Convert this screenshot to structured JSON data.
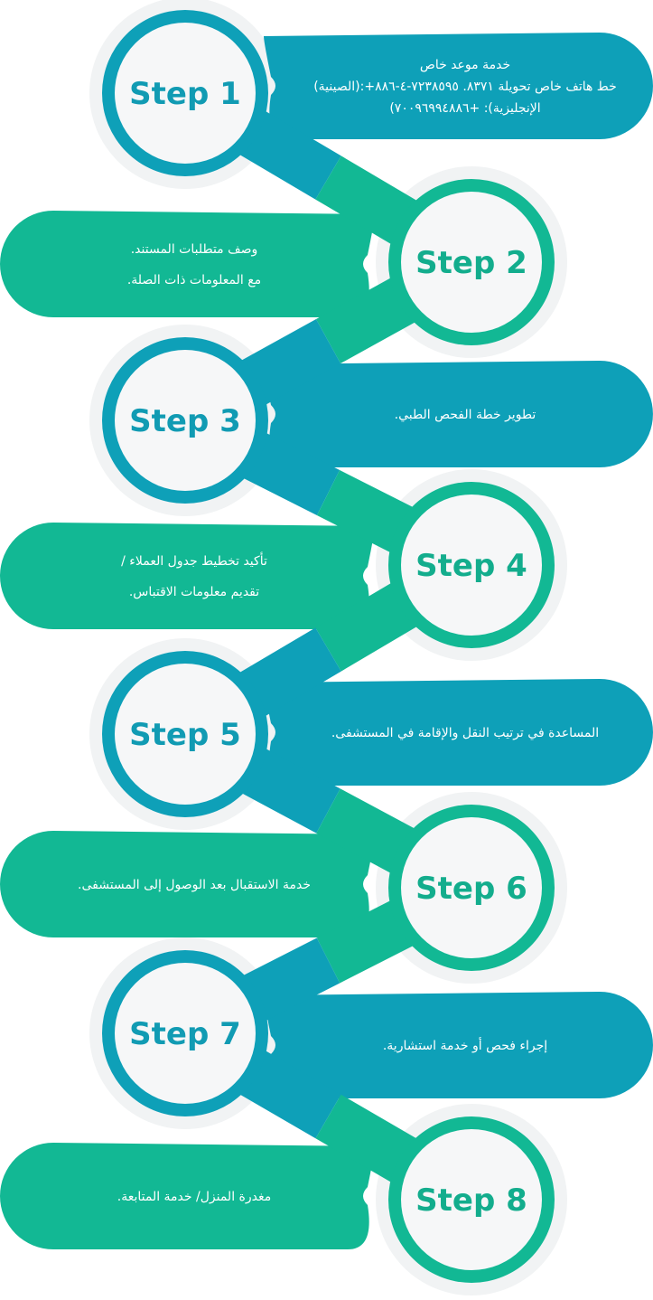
{
  "colors": {
    "blue": "#0ea0b8",
    "green": "#12b894",
    "blue_text": "#119bb3",
    "green_text": "#13ad8d",
    "halo": "#f1f3f4",
    "circle_fill": "#f6f7f8"
  },
  "steps": [
    {
      "label": "Step 1",
      "color": "blue",
      "lines": [
        "خدمة موعد خاص",
        "خط هاتف خاص  تحويلة ٨٣٧١. ٧٢٣٨٥٩٥-٤-٨٨٦+:(الصينية)",
        "الإنجليزية): +٧٠٠٩٦٩٩٤٨٨٦)"
      ]
    },
    {
      "label": "Step 2",
      "color": "green",
      "lines": [
        "وصف متطلبات المستند.",
        "مع المعلومات ذات الصلة."
      ]
    },
    {
      "label": "Step 3",
      "color": "blue",
      "lines": [
        "تطوير خطة الفحص الطبي."
      ]
    },
    {
      "label": "Step 4",
      "color": "green",
      "lines": [
        "تأكيد تخطيط جدول العملاء /",
        "تقديم معلومات الاقتباس."
      ]
    },
    {
      "label": "Step 5",
      "color": "blue",
      "lines": [
        "المساعدة في ترتيب النقل والإقامة في المستشفى."
      ]
    },
    {
      "label": "Step 6",
      "color": "green",
      "lines": [
        "خدمة الاستقبال بعد الوصول إلى المستشفى."
      ]
    },
    {
      "label": "Step 7",
      "color": "blue",
      "lines": [
        "إجراء فحص أو خدمة استشارية."
      ]
    },
    {
      "label": "Step 8",
      "color": "green",
      "lines": [
        "مغدرة المنزل/ خدمة المتابعة."
      ]
    }
  ]
}
